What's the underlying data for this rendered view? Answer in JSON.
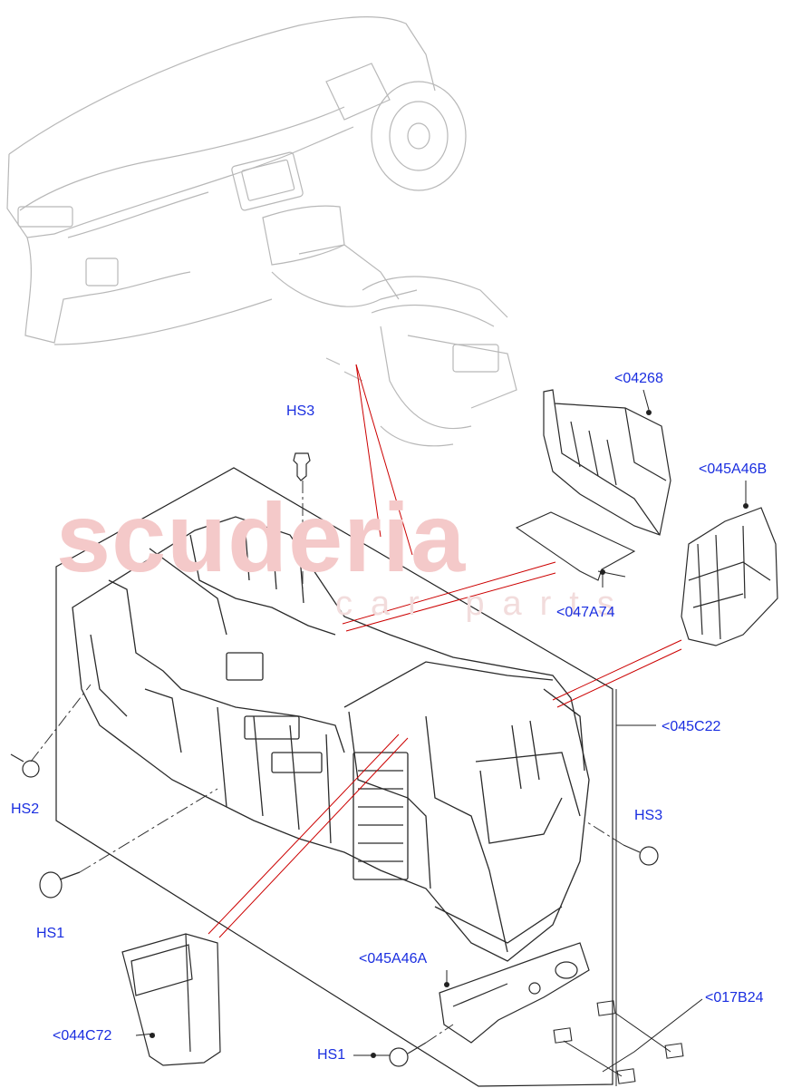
{
  "watermark": {
    "main": "scuderia",
    "sub": "car parts"
  },
  "colors": {
    "callout": "#1a2ee0",
    "leader": "#cc0000",
    "line": "#222222",
    "dash": "#333333"
  },
  "callouts": {
    "hs3_top": "HS3",
    "p04268": "<04268",
    "p045A46B": "<045A46B",
    "p047A74": "<047A74",
    "p045C22": "<045C22",
    "hs2": "HS2",
    "hs1_left": "HS1",
    "hs3_right": "HS3",
    "p045A46A": "<045A46A",
    "p044C72": "<044C72",
    "hs1_bottom": "HS1",
    "p017B24": "<017B24"
  }
}
